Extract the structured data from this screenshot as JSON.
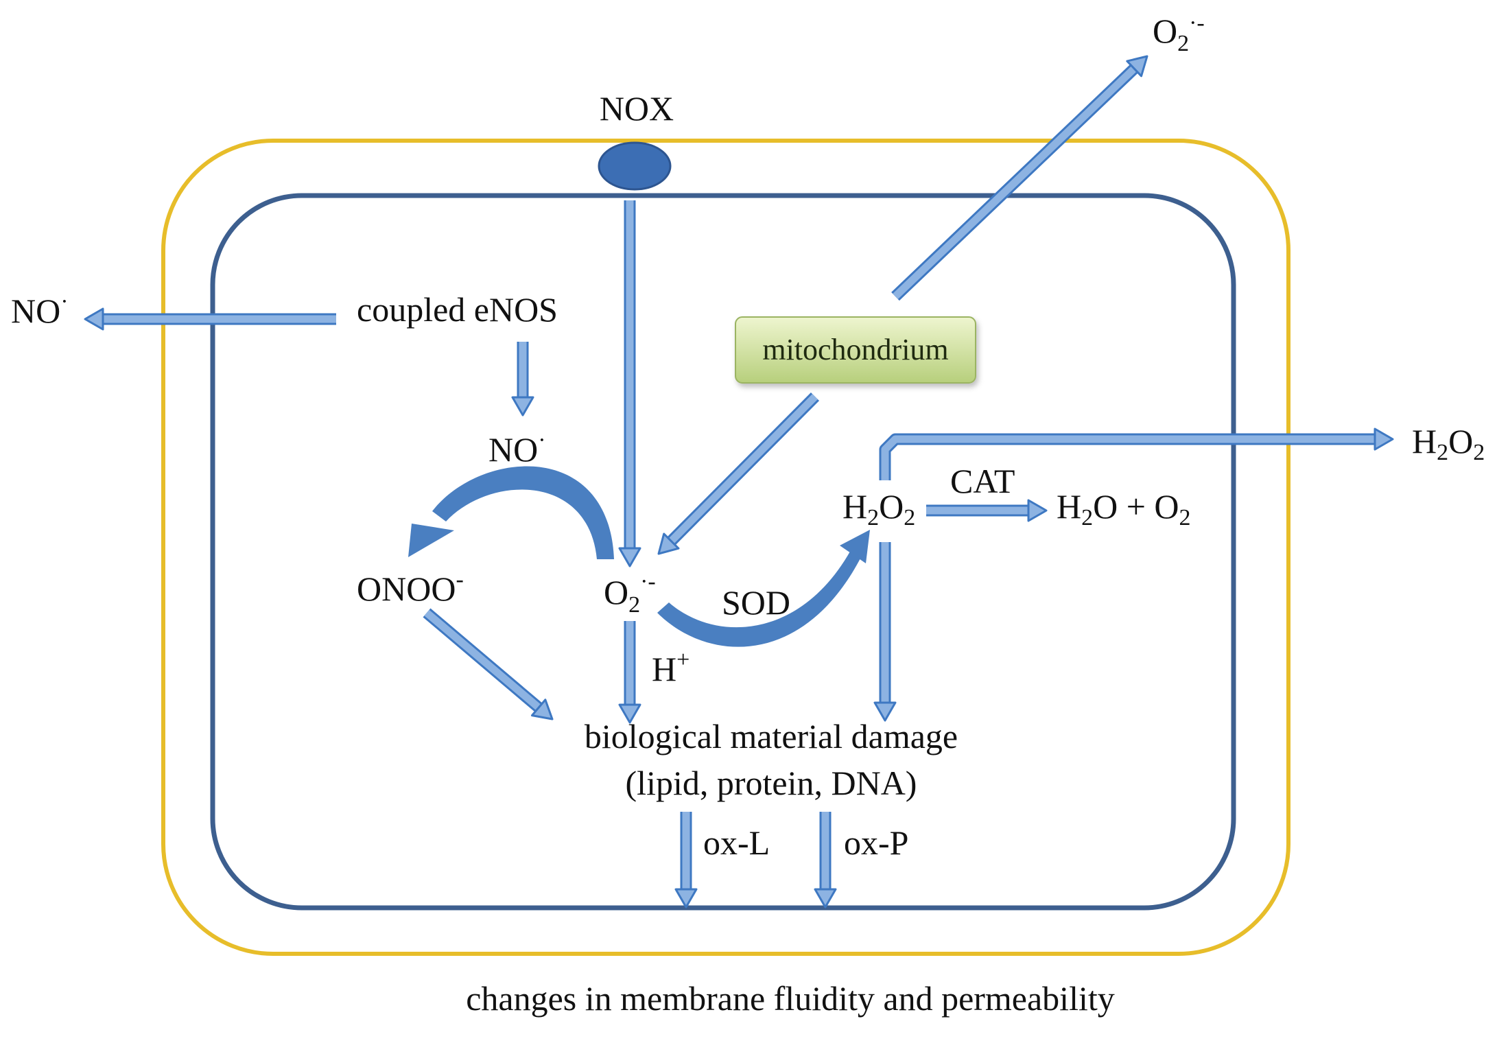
{
  "colors": {
    "outer_membrane": "#e7bd2a",
    "inner_membrane": "#3d5f8f",
    "arrow_fill": "#8db3e2",
    "arrow_edge": "#3e78c2",
    "curve_fill": "#4a7fc1",
    "nox_fill": "#3c6eb4",
    "mito_fill_top": "#eef5cf",
    "mito_fill_bottom": "#b7cf7c",
    "mito_edge": "#9bb462"
  },
  "labels": {
    "nox": "NOX",
    "o2_out_base": "O",
    "o2_out_sub": "2",
    "o2_out_sup": "·-",
    "no_out_base": "NO",
    "no_out_sup": "·",
    "coupled_enos": "coupled eNOS",
    "mitochondrium": "mitochondrium",
    "no_mid_base": "NO",
    "no_mid_sup": "·",
    "h2o2_out_h": "H",
    "h2o2_out_2a": "2",
    "h2o2_out_o": "O",
    "h2o2_out_2b": "2",
    "cat": "CAT",
    "h2o2_in_h": "H",
    "h2o2_in_2a": "2",
    "h2o2_in_o": "O",
    "h2o2_in_2b": "2",
    "water_o2_text": "H",
    "water_sub1": "2",
    "water_mid": "O + O",
    "water_sub2": "2",
    "onoo_base": "ONOO",
    "onoo_sup": "-",
    "o2_in_base": "O",
    "o2_in_sub": "2",
    "o2_in_sup": "·-",
    "sod": "SOD",
    "h_plus_base": "H",
    "h_plus_sup": "+",
    "damage_line1": "biological material damage",
    "damage_line2": "(lipid, protein, DNA)",
    "ox_l": "ox-L",
    "ox_p": "ox-P",
    "caption": "changes in membrane fluidity and permeability"
  }
}
